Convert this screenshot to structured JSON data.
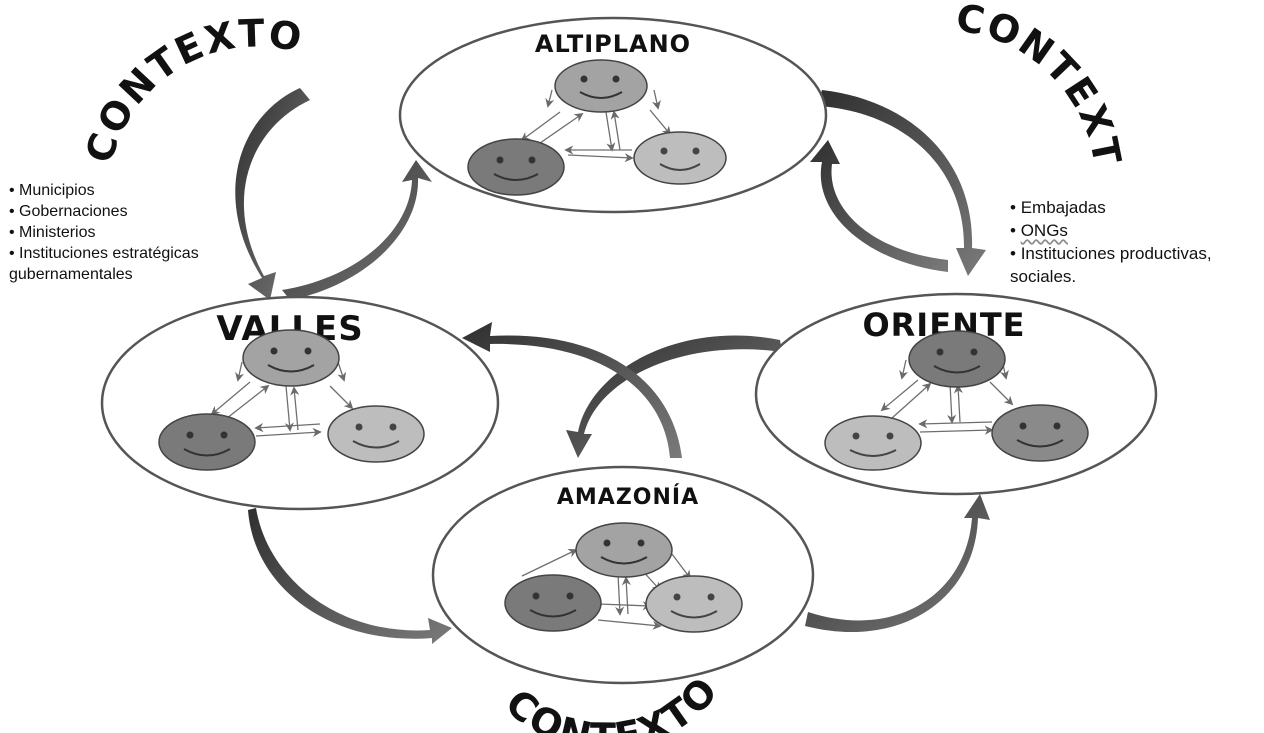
{
  "context_label": "CONTEXTO",
  "regions": {
    "altiplano": {
      "title": "ALTIPLANO"
    },
    "valles": {
      "title": "VALLES"
    },
    "oriente": {
      "title": "ORIENTE"
    },
    "amazonia": {
      "title": "AMAZONÍA"
    }
  },
  "left_list": {
    "items": [
      "Municipios",
      "Gobernaciones",
      "Ministerios",
      "Instituciones estratégicas"
    ],
    "continuation": "gubernamentales"
  },
  "right_list": {
    "items": [
      "Embajadas",
      "ONGs",
      "Instituciones productivas,"
    ],
    "continuation": "sociales."
  },
  "colors": {
    "dark_face": "#7a7a7a",
    "mid_face": "#a3a3a3",
    "light_face": "#bdbdbd",
    "arrow": "#4a4a4a",
    "outline": "#555555"
  }
}
